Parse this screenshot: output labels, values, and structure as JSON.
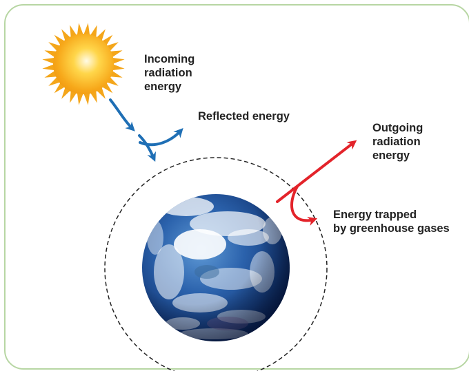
{
  "labels": {
    "incoming": "Incoming\nradiation\nenergy",
    "reflected": "Reflected energy",
    "outgoing": "Outgoing\nradiation\nenergy",
    "trapped": "Energy trapped\nby greenhouse gases"
  },
  "colors": {
    "frame_border": "#b7d6a3",
    "incoming_arrow": "#1f6fb5",
    "outgoing_arrow": "#e3232a",
    "sun": "#f7b51c",
    "atmosphere_outline": "#222222",
    "earth_ocean": "#1c4f92"
  },
  "icons": {
    "sun": "sun-icon",
    "earth": "earth-globe"
  }
}
